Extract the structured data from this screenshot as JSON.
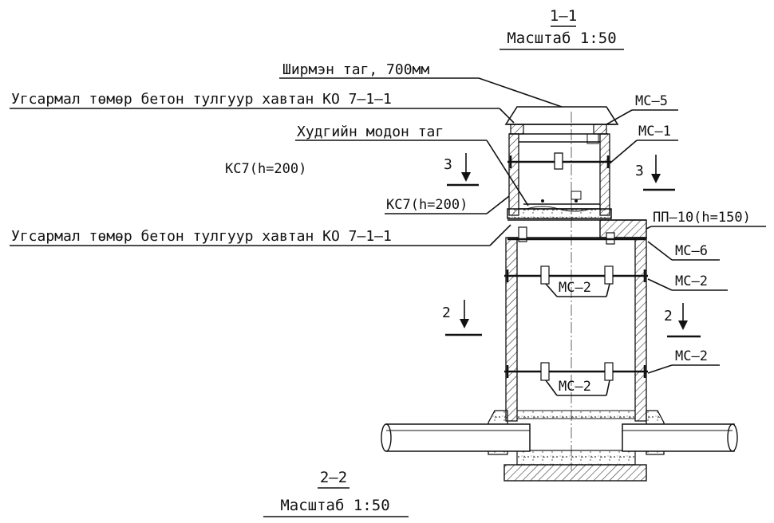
{
  "title_top": {
    "number": "1–1",
    "scale": "Масштаб 1:50"
  },
  "title_bottom": {
    "number": "2–2",
    "scale": "Масштаб 1:50"
  },
  "labels": {
    "screen_base": "Ширмэн таг, 700мм",
    "slab_top": "Угсармал төмөр бетон тулгуур хавтан КО 7–1–1",
    "wood_cover": "Худгийн модон таг",
    "kc7_left": "КС7(h=200)",
    "kc7_mid": "КС7(h=200)",
    "slab_mid": "Угсармал төмөр бетон тулгуур хавтан КО 7–1–1",
    "pp10": "ПП–10(h=150)",
    "mc5": "МС–5",
    "mc1": "МС–1",
    "mc6": "МС–6",
    "mc2_right_upper": "МС–2",
    "mc2_inner_upper": "МС–2",
    "mc2_right_lower": "МС–2",
    "mc2_inner_lower": "МС–2"
  },
  "cut_marks": {
    "cut3_left": "3",
    "cut3_right": "3",
    "cut2_left": "2",
    "cut2_right": "2"
  },
  "colors": {
    "line": "#111111",
    "hatch": "#222222",
    "axis": "#555555"
  }
}
